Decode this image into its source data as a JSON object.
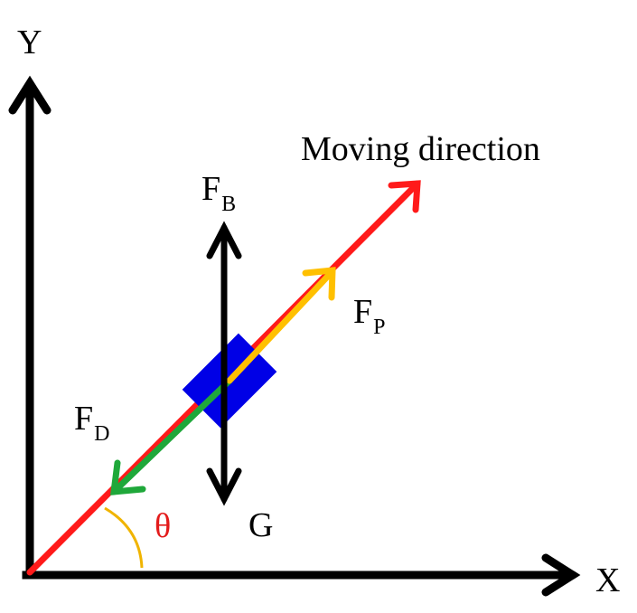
{
  "axes": {
    "x_label": "X",
    "y_label": "Y"
  },
  "motion": {
    "label": "Moving direction"
  },
  "forces": {
    "buoyancy": {
      "main": "F",
      "sub": "B"
    },
    "propulsion": {
      "main": "F",
      "sub": "P"
    },
    "drag": {
      "main": "F",
      "sub": "D"
    },
    "gravity": {
      "main": "G"
    }
  },
  "angle": {
    "symbol": "θ"
  },
  "colors": {
    "axis": "#000000",
    "direction_line": "#ff1a1a",
    "propulsion": "#ffc000",
    "drag": "#1fa83a",
    "body": "#0000e6",
    "angle": "#e31b1b",
    "angle_arc": "#f0b400",
    "vertical_forces": "#000000"
  }
}
